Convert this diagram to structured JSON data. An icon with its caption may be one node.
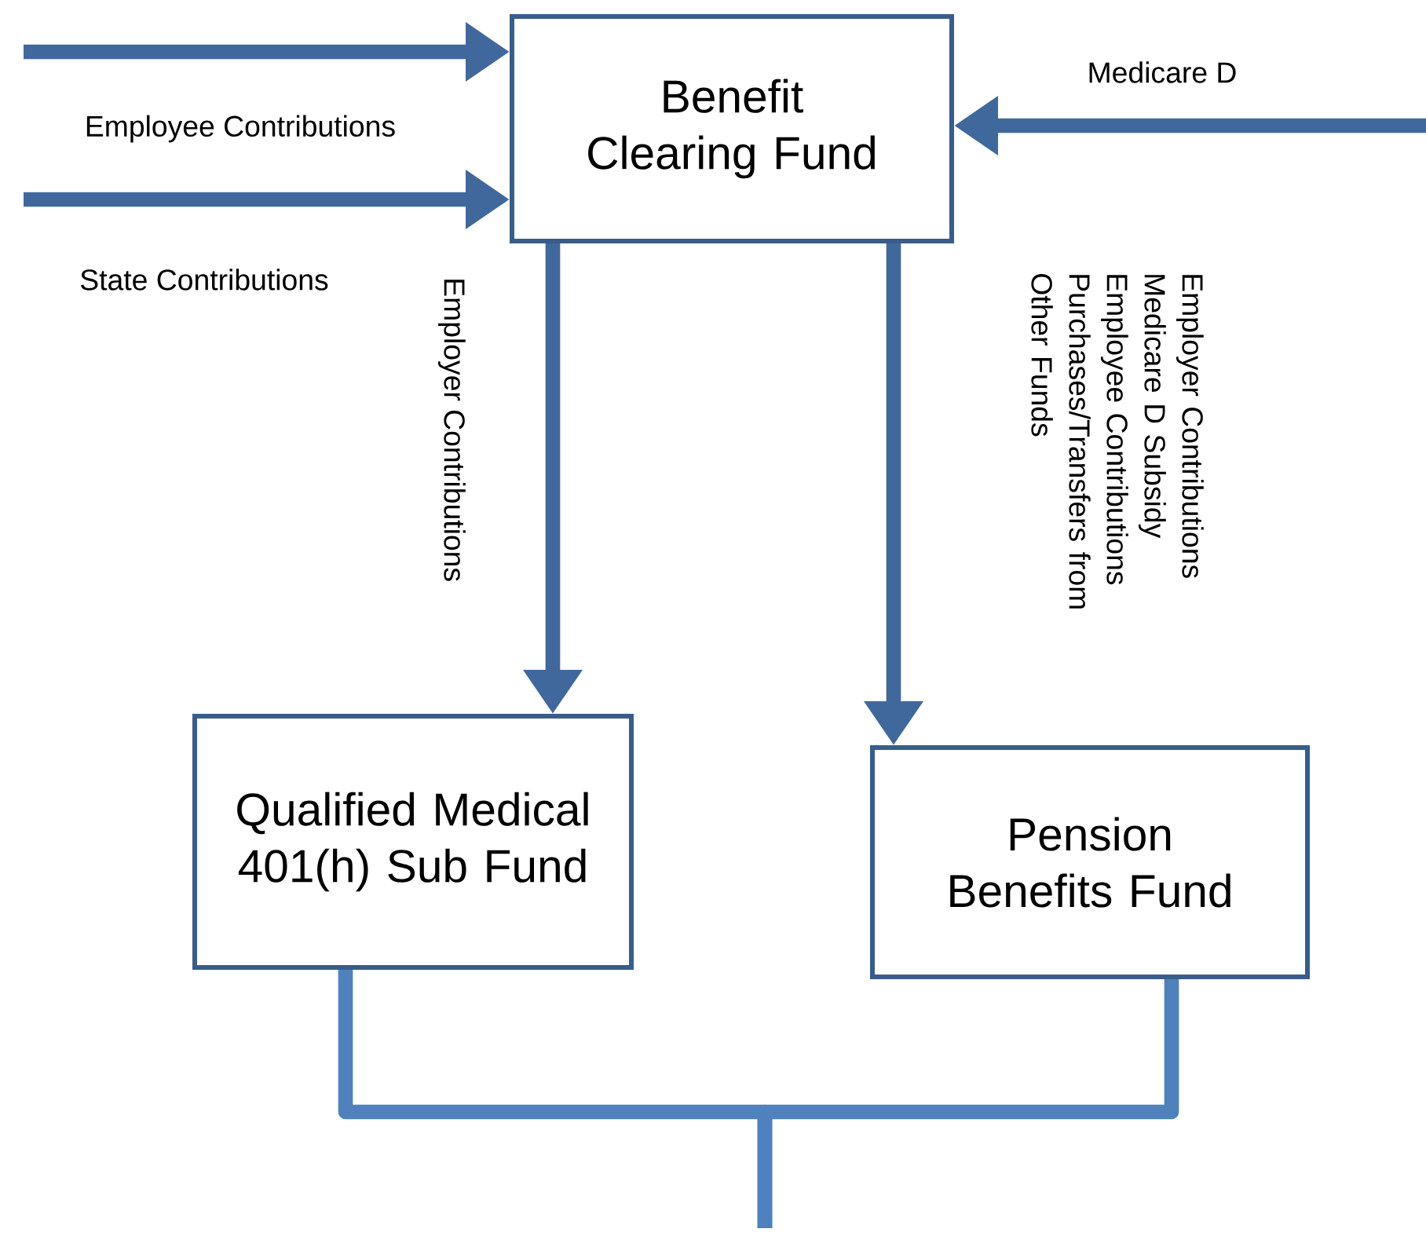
{
  "diagram": {
    "nodes": [
      {
        "text": [
          "Benefit Clearing Fund"
        ]
      },
      {
        "text": [
          "Qualified Medical 401(h) Sub Fund"
        ]
      },
      {
        "text": [
          "Pension Benefits Fund"
        ]
      }
    ],
    "edges": [
      {
        "from": null,
        "to": 0,
        "arrow": "to",
        "label": "Employee Contributions"
      },
      {
        "from": null,
        "to": 0,
        "arrow": "to",
        "label": "State Contributions"
      },
      {
        "from": null,
        "to": 0,
        "arrow": "to",
        "label": "Medicare D"
      },
      {
        "from": 0,
        "to": 1,
        "arrow": "to",
        "label": "Employer Contributions"
      },
      {
        "from": 0,
        "to": 2,
        "arrow": "to",
        "label": "Employer Contributions Medicare D Subsidy Employee Contributions Purchases/Transfers from Other Funds"
      },
      {
        "from": 1,
        "to": null,
        "arrow": "none",
        "color": "#4f81bd"
      },
      {
        "from": 2,
        "to": null,
        "arrow": "none",
        "color": "#4f81bd"
      }
    ]
  }
}
